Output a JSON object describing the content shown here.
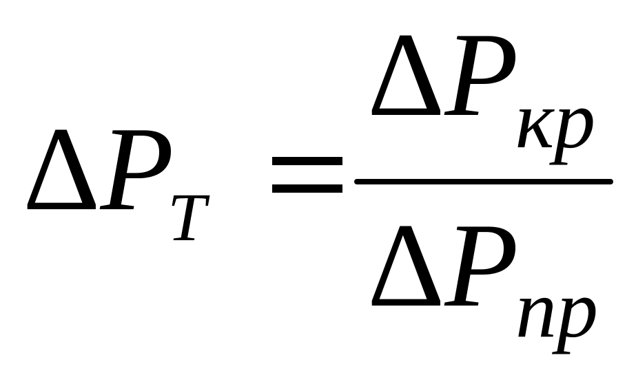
{
  "formula": {
    "lhs": {
      "delta": "Δ",
      "symbol": "P",
      "subscript": "T"
    },
    "equals": "=",
    "numerator": {
      "delta": "Δ",
      "symbol": "P",
      "subscript": "кр"
    },
    "denominator": {
      "delta": "Δ",
      "symbol": "P",
      "subscript": "пр"
    }
  }
}
